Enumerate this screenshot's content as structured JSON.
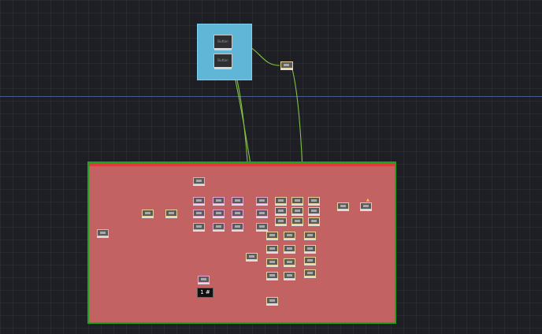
{
  "canvas": {
    "grid": "on",
    "colors": {
      "background": "#1d1f24",
      "group_blue": "#5fb6d6",
      "group_red": "#c36262",
      "group_border": "#1ea51e",
      "wire": "#8fd14a"
    }
  },
  "top_group": {
    "header": "",
    "buttons": [
      {
        "label": "Button"
      },
      {
        "label": "Button"
      }
    ]
  },
  "main_group": {
    "header": ""
  },
  "counter": {
    "value": "1",
    "symbol": "#",
    "label": ""
  },
  "icons": {
    "warning": "warning-icon"
  }
}
